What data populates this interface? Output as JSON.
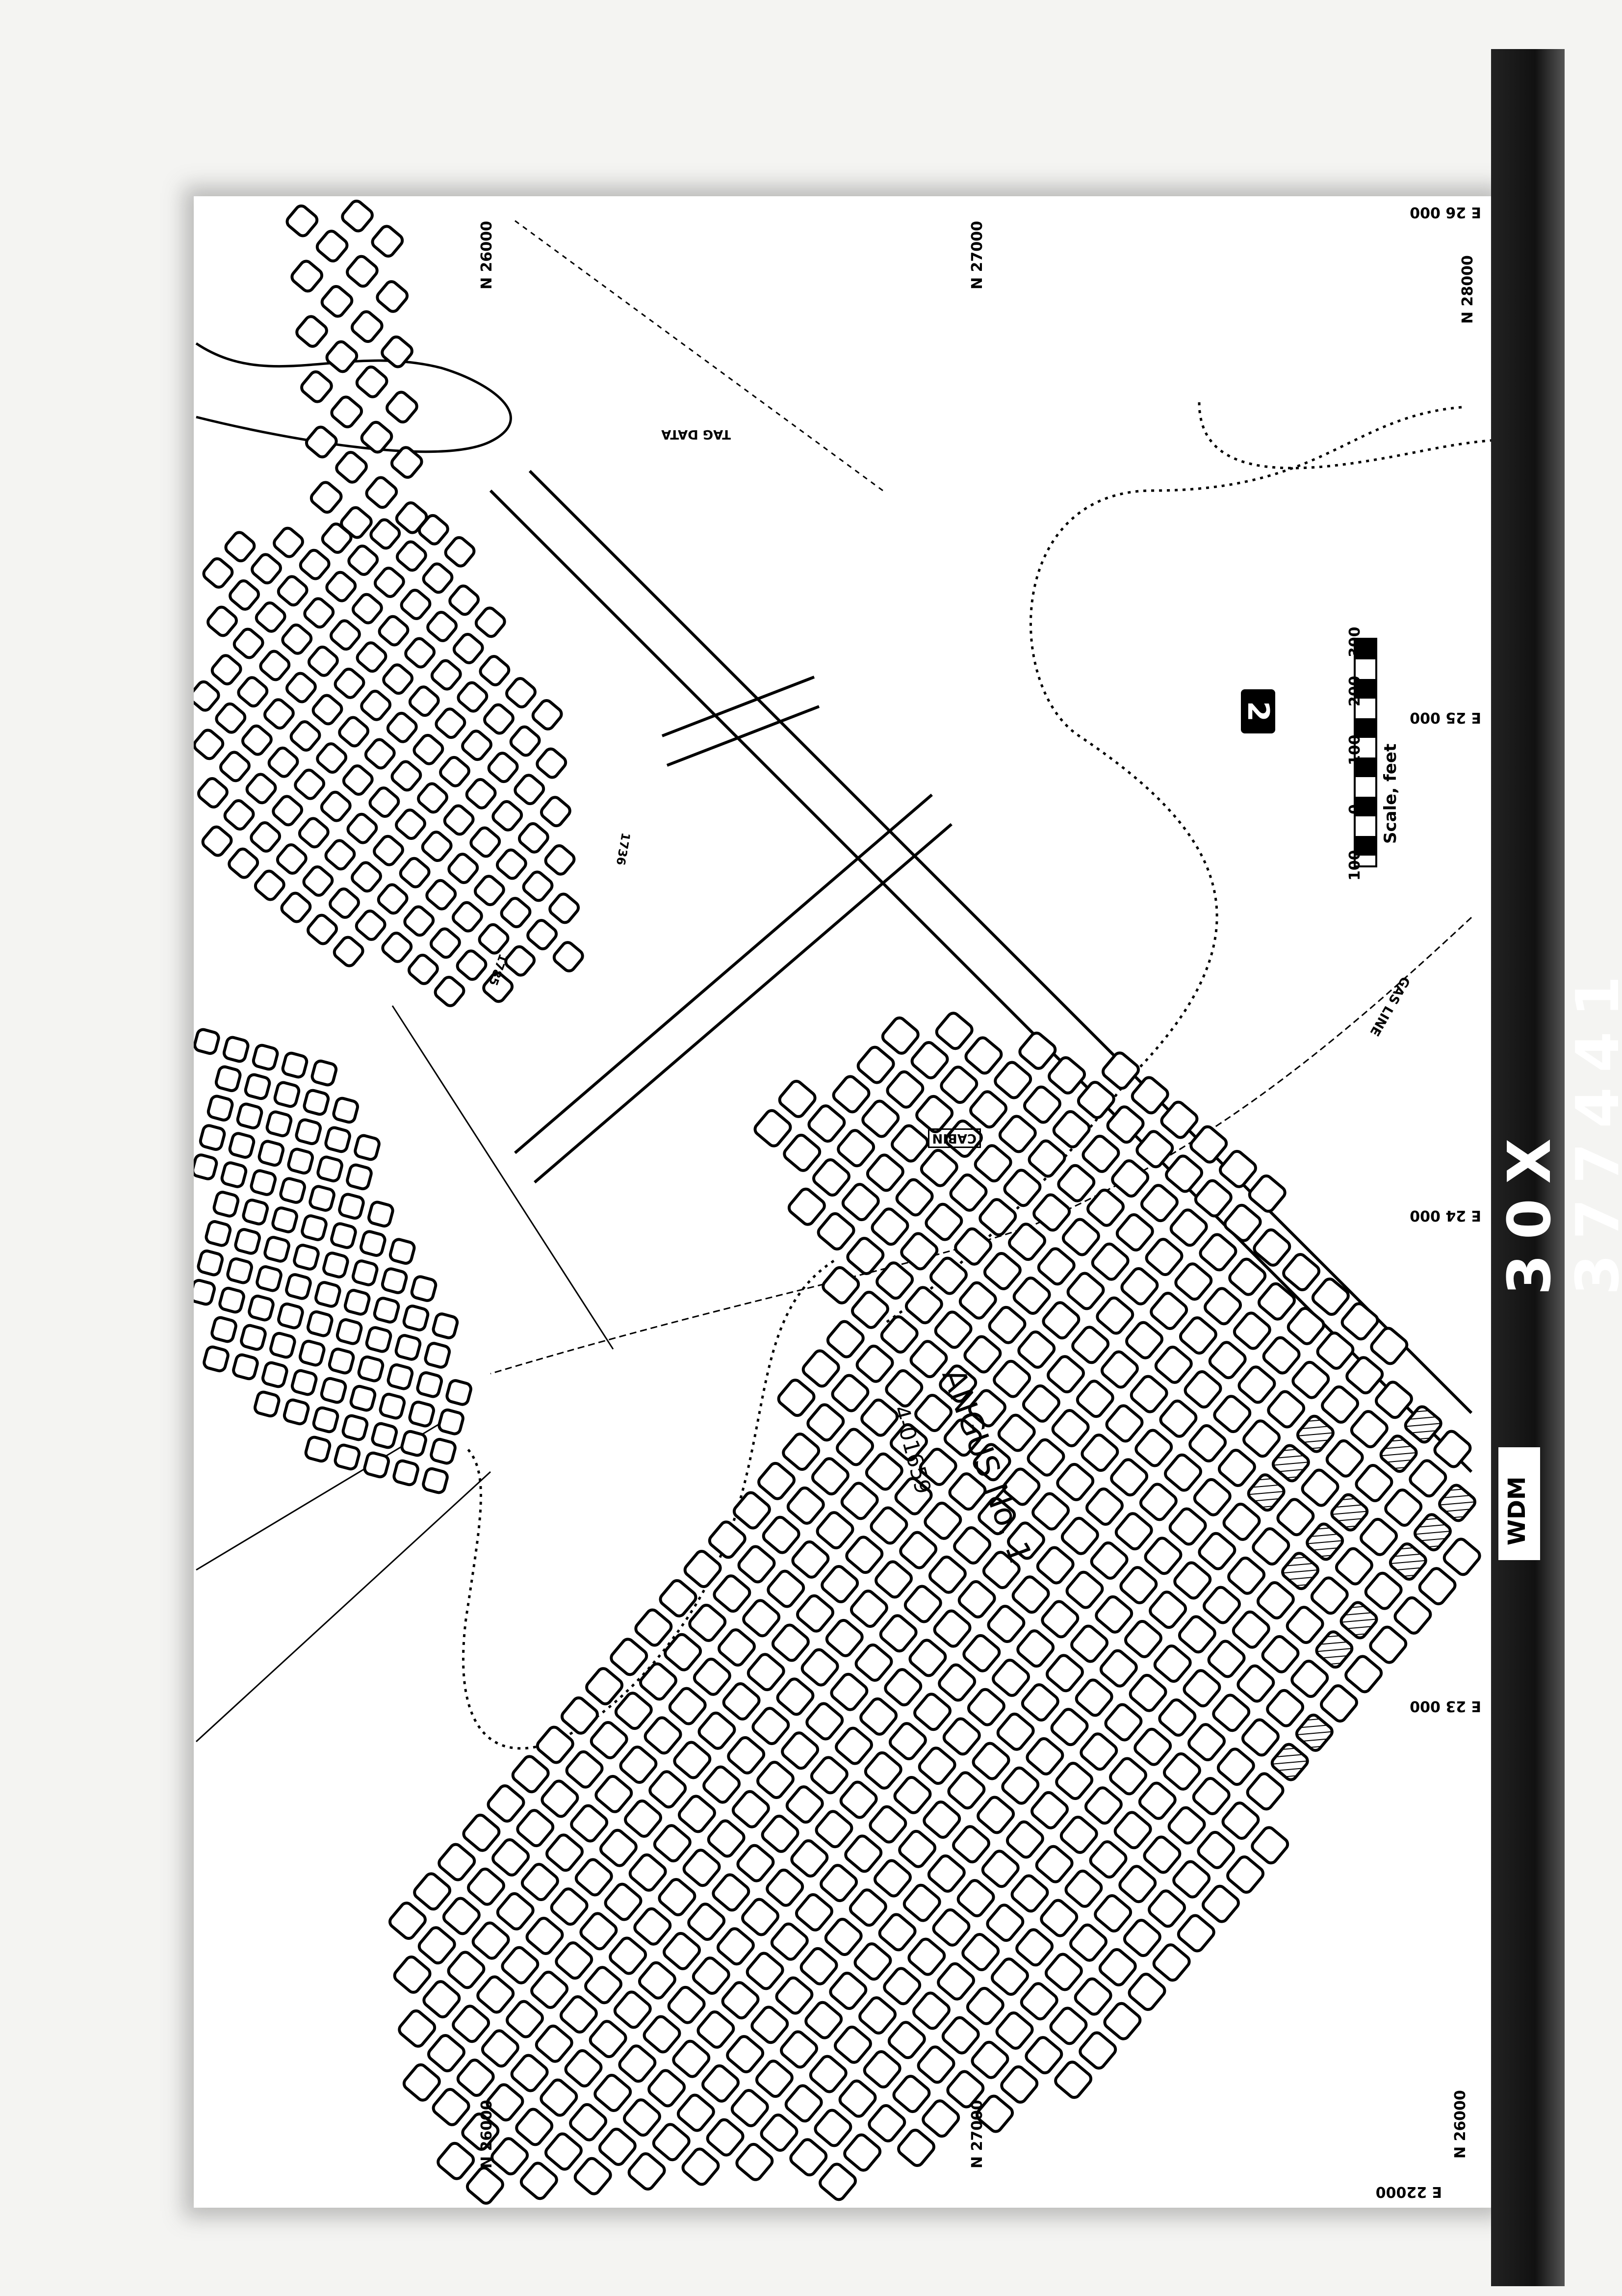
{
  "film": {
    "id": "30X 377441",
    "tag": "WDM"
  },
  "sheet_number": "2",
  "grid_labels": {
    "north_top": [
      "N 26000",
      "N 27000",
      "N 28000"
    ],
    "north_bottom": [
      "N 26000",
      "N 27000",
      "N 26000"
    ],
    "east_right": [
      "E 26 000",
      "E 25 000",
      "E 24 000",
      "E 23 000",
      "E 22000"
    ]
  },
  "scale": {
    "title": "Scale, feet",
    "ticks": [
      "100",
      "0",
      "100",
      "200",
      "300"
    ]
  },
  "annotations": {
    "mine_name": "ANGUS No. 1",
    "mine_id": "4-01659",
    "cabin": "CABIN",
    "gas_line": "GAS LINE",
    "legend_title": "TAG DATA",
    "contours": [
      "1785",
      "1736"
    ]
  }
}
